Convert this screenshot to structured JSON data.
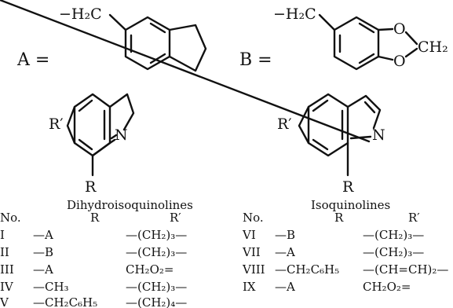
{
  "structures": {
    "A": {
      "label": "A =",
      "substituent": "−H₂C"
    },
    "B": {
      "label": "B =",
      "substituent": "−H₂C",
      "ring_o_top": "O",
      "ring_o_bottom": "O",
      "ring_ch2": "CH₂"
    },
    "dihydro_core": {
      "r_prime": "R′",
      "n": "N",
      "r": "R"
    },
    "iso_core": {
      "r_prime": "R′",
      "n": "N",
      "r": "R"
    }
  },
  "tables": {
    "dihydroisoquinolines": {
      "title": "Dihydroisoquinolines",
      "headers": [
        "No.",
        "R",
        "R′"
      ],
      "rows": [
        [
          "I",
          "—A",
          "—(CH₂)₃—"
        ],
        [
          "II",
          "—B",
          "—(CH₂)₃—"
        ],
        [
          "III",
          "—A",
          "CH₂O₂="
        ],
        [
          "IV",
          "—CH₃",
          "—(CH₂)₃—"
        ],
        [
          "V",
          "—CH₂C₆H₅",
          "—(CH₂)₄—"
        ]
      ]
    },
    "isoquinolines": {
      "title": "Isoquinolines",
      "headers": [
        "No.",
        "R",
        "R′"
      ],
      "rows": [
        [
          "VI",
          "—B",
          "—(CH₂)₃—"
        ],
        [
          "VII",
          "—A",
          "—(CH₂)₃—"
        ],
        [
          "VIII",
          "—CH₂C₆H₅",
          "—(CH=CH)₂—"
        ],
        [
          "IX",
          "—A",
          "CH₂O₂="
        ]
      ]
    }
  }
}
